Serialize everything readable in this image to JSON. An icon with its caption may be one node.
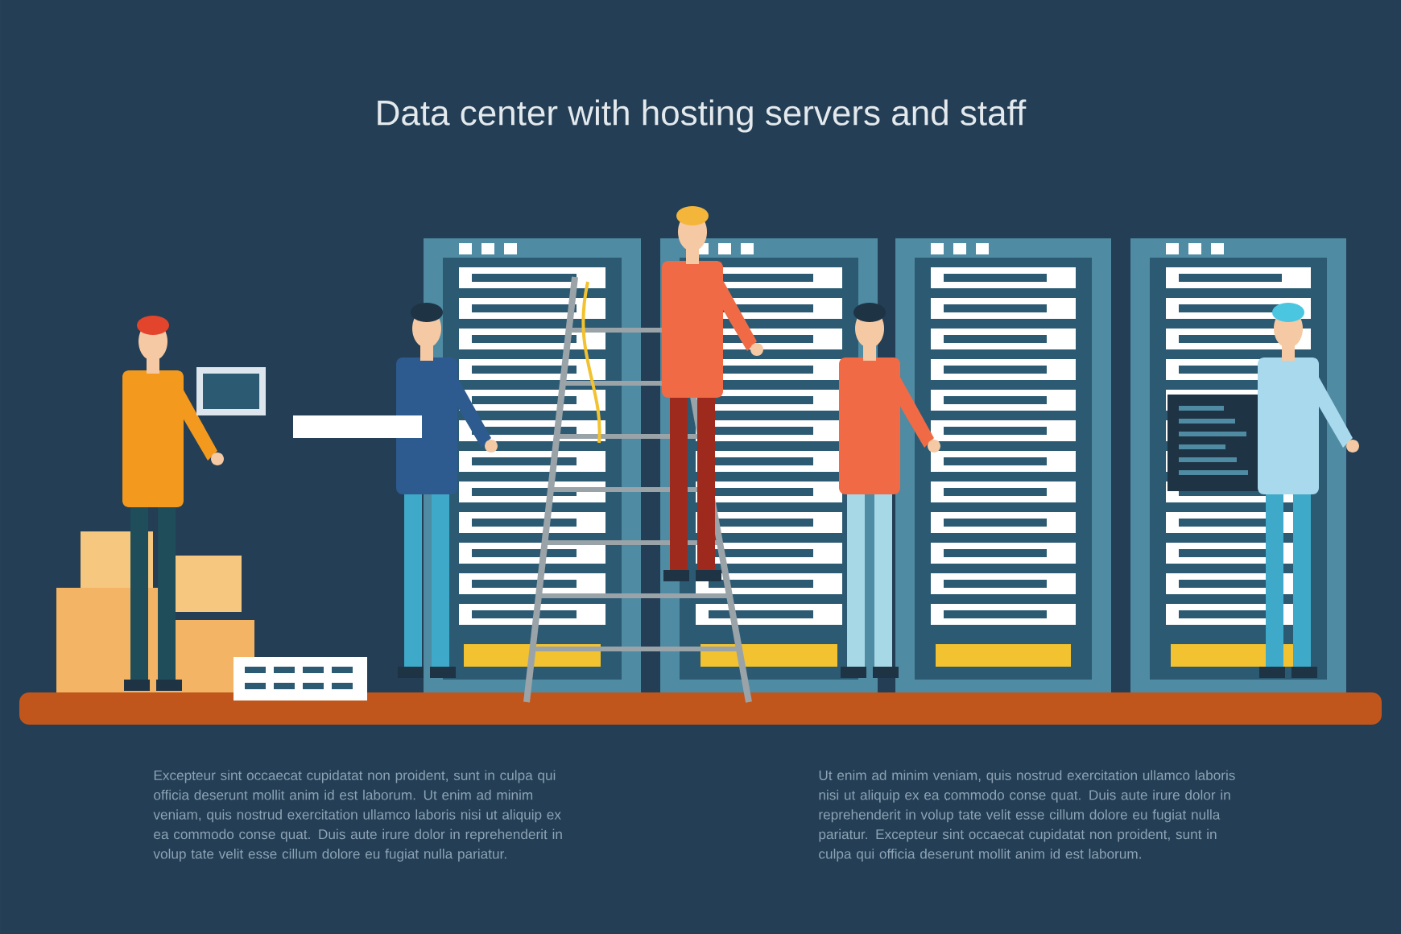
{
  "diagram": {
    "title": "Data center with hosting servers and staff",
    "labels": [
      "Excepteur sint occaecat cupidatat non proident, sunt in culpa qui officia deserunt mollit anim id est laborum. Ut enim ad minim veniam, quis nostrud exercitation ullamco laboris nisi ut aliquip ex ea commodo conse quat. Duis aute irure dolor in reprehenderit in volup tate velit esse cillum dolore eu fugiat nulla pariatur.",
      "Ut enim ad minim veniam, quis nostrud exercitation ullamco laboris nisi ut aliquip ex ea commodo conse quat. Duis aute irure dolor in reprehenderit in volup tate velit esse cillum dolore eu fugiat nulla pariatur. Excepteur sint occaecat cupidatat non proident, sunt in culpa qui officia deserunt mollit anim id est laborum."
    ]
  }
}
